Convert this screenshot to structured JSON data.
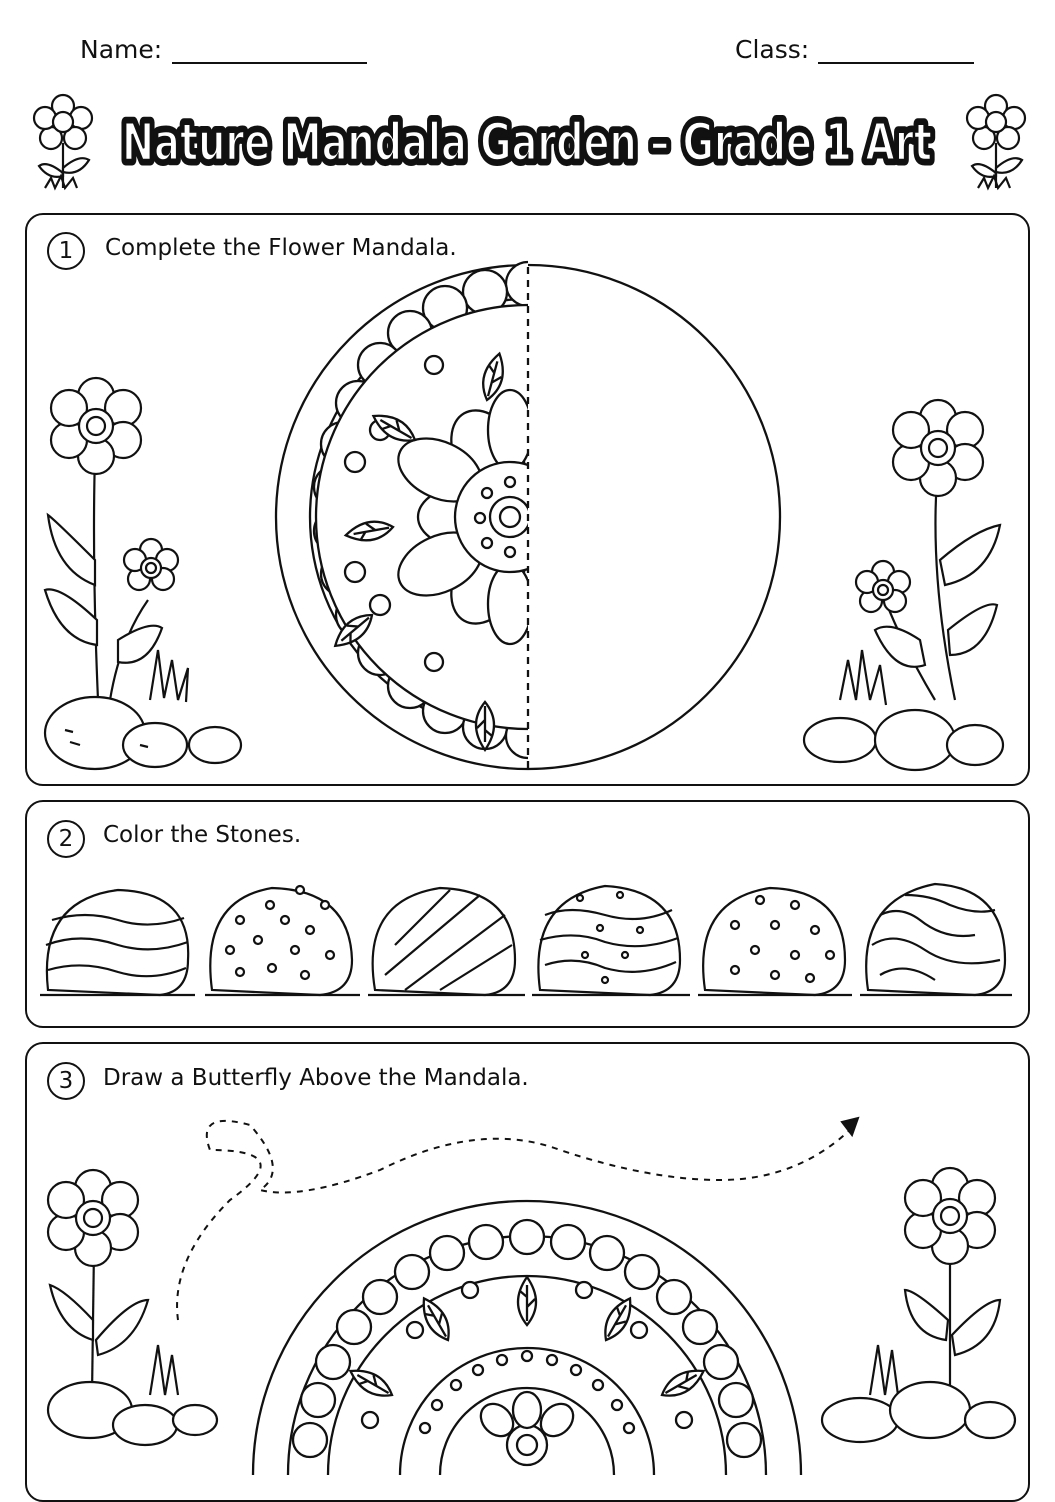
{
  "header": {
    "name_label": "Name:",
    "class_label": "Class:",
    "title": "Nature Mandala Garden – Grade 1 Art"
  },
  "sections": [
    {
      "number": "1",
      "instruction": "Complete the Flower Mandala."
    },
    {
      "number": "2",
      "instruction": "Color the Stones."
    },
    {
      "number": "3",
      "instruction": "Draw a Butterfly Above the Mandala."
    }
  ],
  "stones": [
    {
      "pattern": "horizontal-waves"
    },
    {
      "pattern": "dots"
    },
    {
      "pattern": "diagonal-lines"
    },
    {
      "pattern": "waves-with-dots"
    },
    {
      "pattern": "dots"
    },
    {
      "pattern": "diagonal-waves"
    }
  ],
  "icons": [
    "flower-icon",
    "leaf-icon",
    "stone-icon",
    "grass-icon",
    "dashed-arrow-icon"
  ],
  "colors": {
    "ink": "#111111",
    "paper": "#ffffff"
  }
}
